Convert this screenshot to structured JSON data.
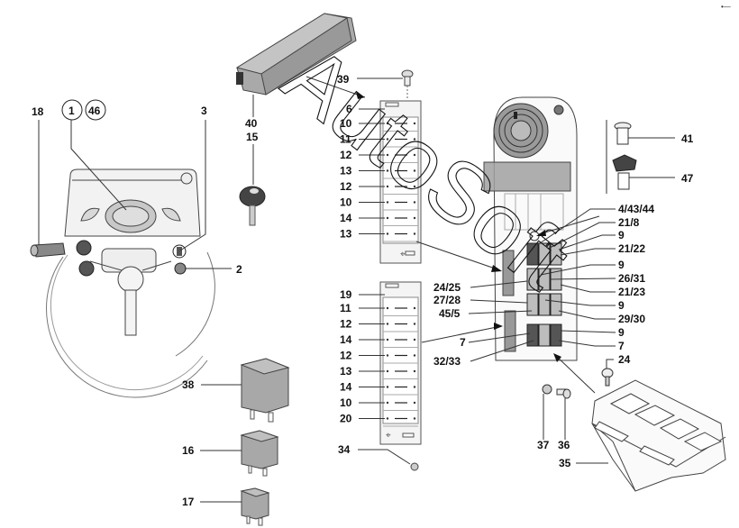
{
  "corner_mark": "•—",
  "watermark": "AutoSoft",
  "callouts": {
    "c18": "18",
    "c1": "1",
    "c46": "46",
    "c3": "3",
    "c2": "2",
    "c40": "40",
    "c15": "15",
    "c39": "39",
    "c38": "38",
    "c16": "16",
    "c17": "17",
    "c34": "34",
    "c41": "41",
    "c47": "47",
    "c4_43_44": "4/43/44",
    "c21_8": "21/8",
    "c9a": "9",
    "c21_22": "21/22",
    "c9b": "9",
    "c26_31": "26/31",
    "c21_23": "21/23",
    "c9c": "9",
    "c29_30": "29/30",
    "c9d": "9",
    "c7r": "7",
    "c24r": "24",
    "c24_25": "24/25",
    "c27_28": "27/28",
    "c45_5": "45/5",
    "c7l": "7",
    "c32_33": "32/33",
    "c37": "37",
    "c36": "36",
    "c35": "35"
  },
  "fuse_strip_upper": {
    "labels": [
      "6",
      "10",
      "11",
      "12",
      "13",
      "12",
      "10",
      "14",
      "13"
    ]
  },
  "fuse_strip_lower": {
    "labels": [
      "19",
      "11",
      "12",
      "14",
      "12",
      "13",
      "14",
      "10",
      "20"
    ]
  }
}
